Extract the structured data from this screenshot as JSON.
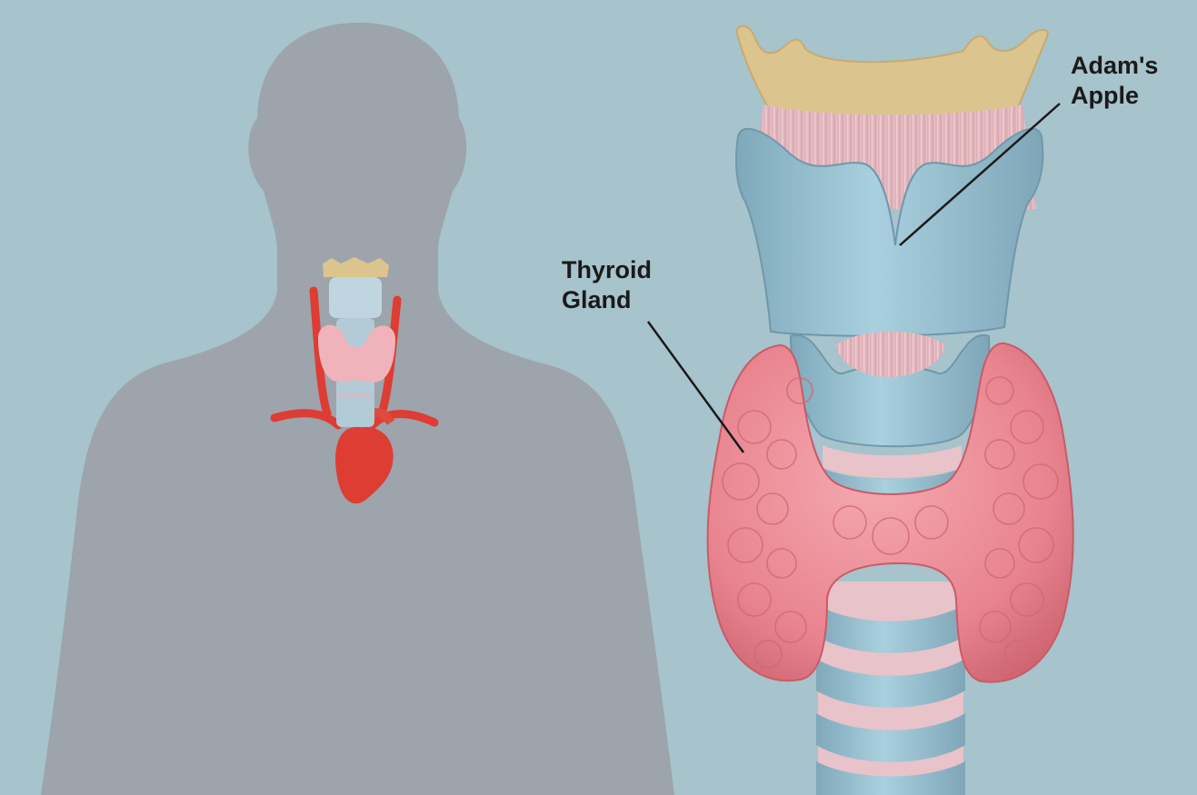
{
  "labels": {
    "adams_apple": {
      "line1": "Adam's",
      "line2": "Apple"
    },
    "thyroid_gland": {
      "line1": "Thyroid",
      "line2": "Gland"
    }
  },
  "colors": {
    "background": "#a7c3cc",
    "silhouette": "#9da4ab",
    "cartilage": "#95bfd0",
    "hyoid": "#dcc48e",
    "thyroid": "#ec8d96",
    "membrane": "#efc7cd",
    "artery": "#dd3d32",
    "leader_line": "#1a1a1a"
  },
  "icons": [
    "human-silhouette",
    "thyroid-gland",
    "larynx",
    "aorta"
  ]
}
